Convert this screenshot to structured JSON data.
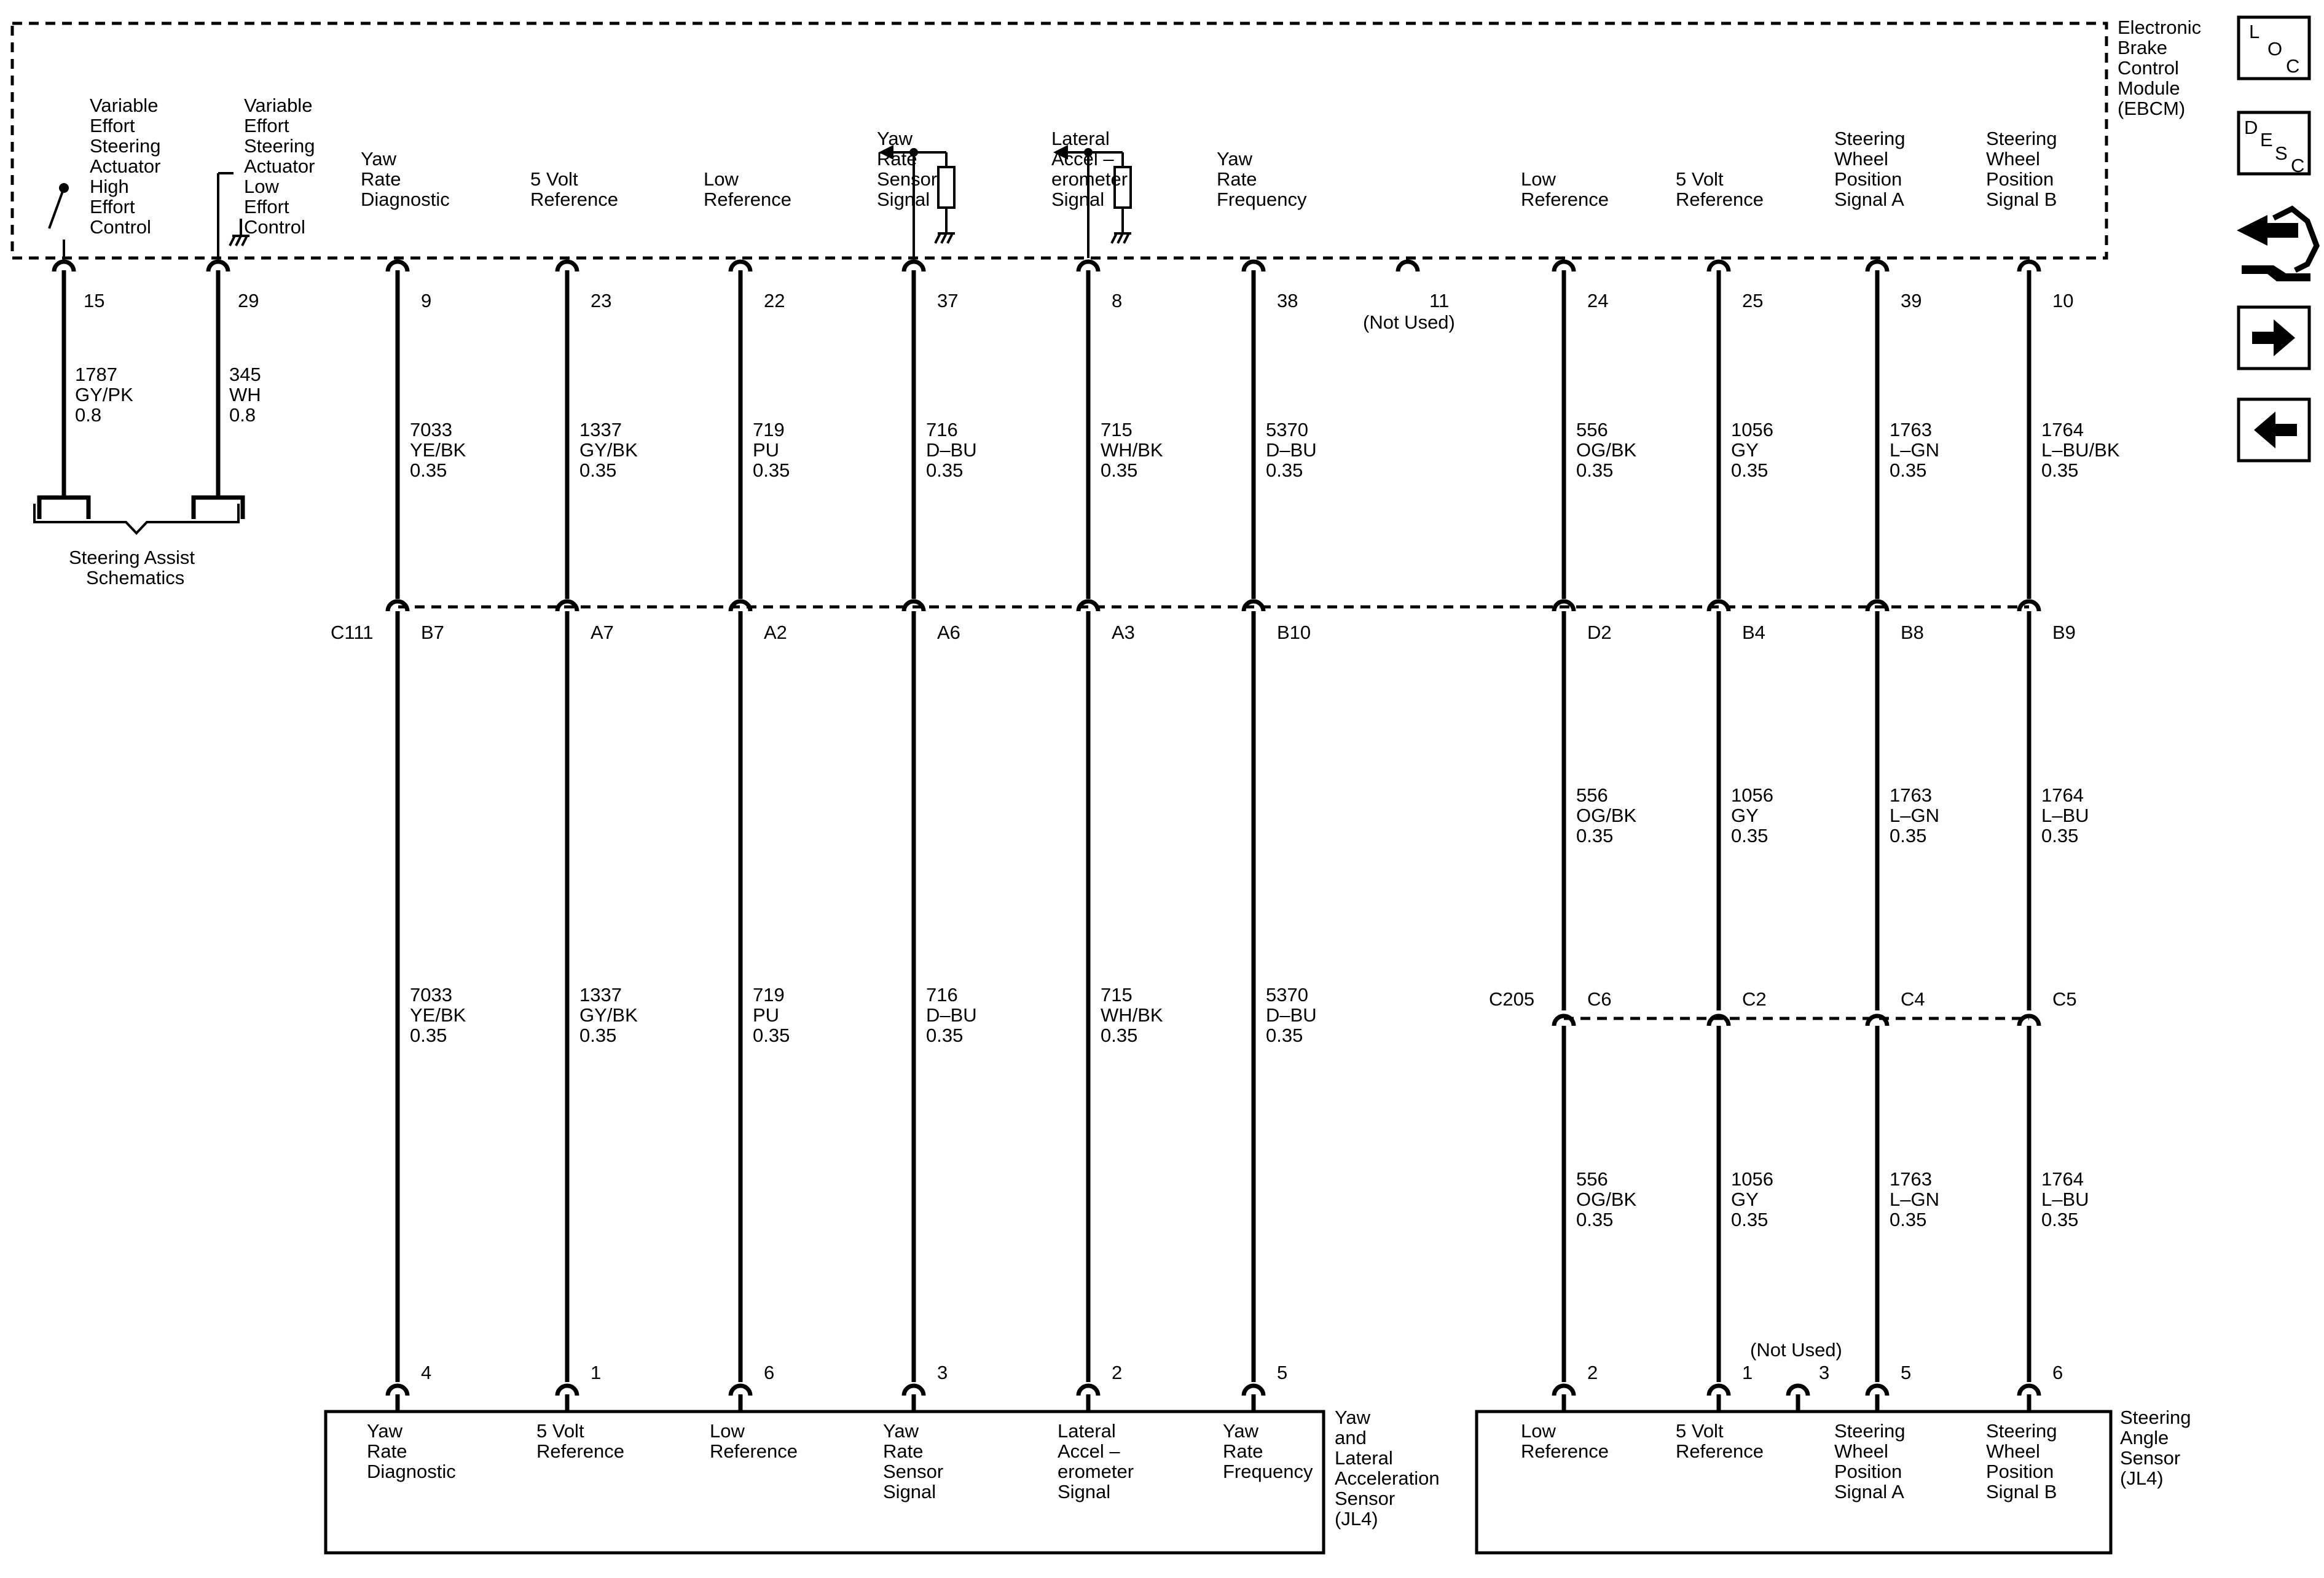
{
  "ebcm": {
    "title": [
      "Electronic",
      "Brake",
      "Control",
      "Module",
      "(EBCM)"
    ]
  },
  "nav": {
    "loc": [
      "L",
      "O",
      "C"
    ],
    "desc": [
      "D",
      "E",
      "S",
      "C"
    ]
  },
  "actuators": [
    {
      "label": [
        "Variable",
        "Effort",
        "Steering",
        "Actuator",
        "High",
        "Effort",
        "Control"
      ],
      "pin": "15",
      "wire": [
        "1787",
        "GY/PK",
        "0.8"
      ]
    },
    {
      "label": [
        "Variable",
        "Effort",
        "Steering",
        "Actuator",
        "Low",
        "Effort",
        "Control"
      ],
      "pin": "29",
      "wire": [
        "345",
        "WH",
        "0.8"
      ]
    }
  ],
  "steering_assist": [
    "Steering Assist",
    "Schematics"
  ],
  "circuits": [
    {
      "ebcm_label": [
        "Yaw",
        "Rate",
        "Diagnostic"
      ],
      "ebcm_pin": "9",
      "wire1": [
        "7033",
        "YE/BK",
        "0.35"
      ],
      "c111": "B7",
      "wire2": [
        "7033",
        "YE/BK",
        "0.35"
      ],
      "sensor_pin": "4",
      "sensor_label": [
        "Yaw",
        "Rate",
        "Diagnostic"
      ]
    },
    {
      "ebcm_label": [
        "5 Volt",
        "Reference"
      ],
      "ebcm_pin": "23",
      "wire1": [
        "1337",
        "GY/BK",
        "0.35"
      ],
      "c111": "A7",
      "wire2": [
        "1337",
        "GY/BK",
        "0.35"
      ],
      "sensor_pin": "1",
      "sensor_label": [
        "5 Volt",
        "Reference"
      ]
    },
    {
      "ebcm_label": [
        "Low",
        "Reference"
      ],
      "ebcm_pin": "22",
      "wire1": [
        "719",
        "PU",
        "0.35"
      ],
      "c111": "A2",
      "wire2": [
        "719",
        "PU",
        "0.35"
      ],
      "sensor_pin": "6",
      "sensor_label": [
        "Low",
        "Reference"
      ]
    },
    {
      "ebcm_label": [
        "Yaw",
        "Rate",
        "Sensor",
        "Signal"
      ],
      "ebcm_pin": "37",
      "wire1": [
        "716",
        "D–BU",
        "0.35"
      ],
      "c111": "A6",
      "wire2": [
        "716",
        "D–BU",
        "0.35"
      ],
      "sensor_pin": "3",
      "sensor_label": [
        "Yaw",
        "Rate",
        "Sensor",
        "Signal"
      ]
    },
    {
      "ebcm_label": [
        "Lateral",
        "Accel –",
        "erometer",
        "Signal"
      ],
      "ebcm_pin": "8",
      "wire1": [
        "715",
        "WH/BK",
        "0.35"
      ],
      "c111": "A3",
      "wire2": [
        "715",
        "WH/BK",
        "0.35"
      ],
      "sensor_pin": "2",
      "sensor_label": [
        "Lateral",
        "Accel –",
        "erometer",
        "Signal"
      ]
    },
    {
      "ebcm_label": [
        "Yaw",
        "Rate",
        "Frequency"
      ],
      "ebcm_pin": "38",
      "wire1": [
        "5370",
        "D–BU",
        "0.35"
      ],
      "c111": "B10",
      "wire2": [
        "5370",
        "D–BU",
        "0.35"
      ],
      "sensor_pin": "5",
      "sensor_label": [
        "Yaw",
        "Rate",
        "Frequency"
      ]
    }
  ],
  "unused_ebcm": {
    "pin": "11",
    "note": "(Not Used)"
  },
  "steering_circuits": [
    {
      "ebcm_label": [
        "Low",
        "Reference"
      ],
      "ebcm_pin": "24",
      "wire1": [
        "556",
        "OG/BK",
        "0.35"
      ],
      "c111": "D2",
      "wire2": [
        "556",
        "OG/BK",
        "0.35"
      ],
      "c205": "C6",
      "wire3": [
        "556",
        "OG/BK",
        "0.35"
      ],
      "sensor_pin": "2",
      "sensor_label": [
        "Low",
        "Reference"
      ]
    },
    {
      "ebcm_label": [
        "5 Volt",
        "Reference"
      ],
      "ebcm_pin": "25",
      "wire1": [
        "1056",
        "GY",
        "0.35"
      ],
      "c111": "B4",
      "wire2": [
        "1056",
        "GY",
        "0.35"
      ],
      "c205": "C2",
      "wire3": [
        "1056",
        "GY",
        "0.35"
      ],
      "sensor_pin": "1",
      "sensor_label": [
        "5 Volt",
        "Reference"
      ]
    },
    {
      "ebcm_label": [
        "Steering",
        "Wheel",
        "Position",
        "Signal A"
      ],
      "ebcm_pin": "39",
      "wire1": [
        "1763",
        "L–GN",
        "0.35"
      ],
      "c111": "B8",
      "wire2": [
        "1763",
        "L–GN",
        "0.35"
      ],
      "c205": "C4",
      "wire3": [
        "1763",
        "L–GN",
        "0.35"
      ],
      "sensor_pin": "5",
      "sensor_label": [
        "Steering",
        "Wheel",
        "Position",
        "Signal A"
      ]
    },
    {
      "ebcm_label": [
        "Steering",
        "Wheel",
        "Position",
        "Signal B"
      ],
      "ebcm_pin": "10",
      "wire1": [
        "1764",
        "L–BU/BK",
        "0.35"
      ],
      "c111": "B9",
      "wire2": [
        "1764",
        "L–BU",
        "0.35"
      ],
      "c205": "C5",
      "wire3": [
        "1764",
        "L–BU",
        "0.35"
      ],
      "sensor_pin": "6",
      "sensor_label": [
        "Steering",
        "Wheel",
        "Position",
        "Signal B"
      ]
    }
  ],
  "unused_sensor": {
    "pin": "3",
    "note": "(Not Used)"
  },
  "connectors": {
    "c111": "C111",
    "c205": "C205"
  },
  "yaw_sensor": {
    "title": [
      "Yaw",
      "and",
      "Lateral",
      "Acceleration",
      "Sensor",
      "(JL4)"
    ]
  },
  "angle_sensor": {
    "title": [
      "Steering",
      "Angle",
      "Sensor",
      "(JL4)"
    ]
  }
}
